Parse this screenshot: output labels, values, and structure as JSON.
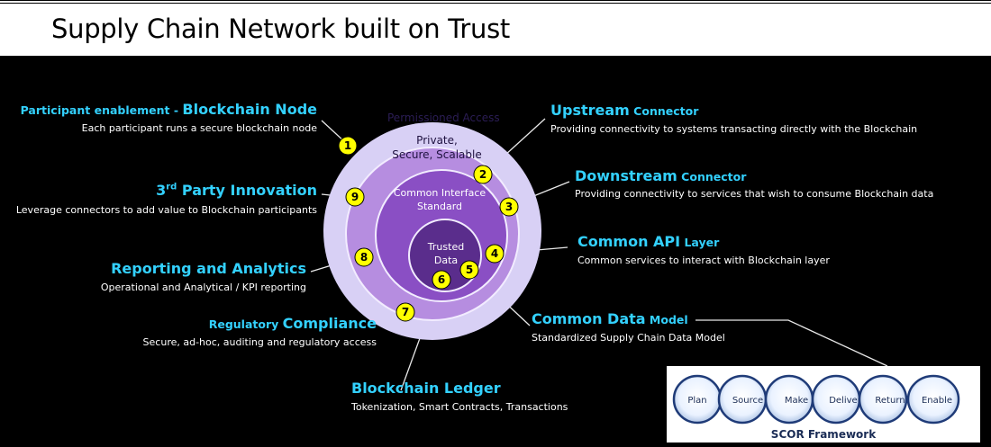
{
  "header": {
    "title": "Supply Chain Network built on Trust"
  },
  "rings": {
    "outer": "Permissioned Access",
    "second_line1": "Private,",
    "second_line2": "Secure, Scalable",
    "third_line1": "Common Interface",
    "third_line2": "Standard",
    "core_line1": "Trusted",
    "core_line2": "Data"
  },
  "badges": [
    "1",
    "2",
    "3",
    "4",
    "5",
    "6",
    "7",
    "8",
    "9"
  ],
  "items": {
    "blockchain_node": {
      "prefix": "Participant enablement - ",
      "title": "Blockchain Node",
      "desc": "Each participant runs a secure blockchain node"
    },
    "upstream": {
      "title": "Upstream",
      "suffix": " Connector",
      "desc": "Providing connectivity to systems transacting directly with the Blockchain"
    },
    "downstream": {
      "title": "Downstream",
      "suffix": " Connector",
      "desc": "Providing connectivity to services that wish to consume Blockchain data"
    },
    "third_party": {
      "title_pre": "3",
      "title_sup": "rd",
      "title_post": " Party Innovation",
      "desc": "Leverage connectors to add value to Blockchain participants"
    },
    "common_api": {
      "title": "Common API",
      "suffix": " Layer",
      "desc": "Common services to interact with Blockchain layer"
    },
    "reporting": {
      "title": "Reporting and Analytics",
      "desc": "Operational and Analytical / KPI reporting"
    },
    "common_data": {
      "title": "Common Data",
      "suffix": " Model",
      "desc": "Standardized Supply Chain Data Model"
    },
    "regulatory": {
      "prefix": "Regulatory ",
      "title": "Compliance",
      "desc": "Secure, ad-hoc, auditing and regulatory access"
    },
    "ledger": {
      "title": "Blockchain Ledger",
      "desc": "Tokenization, Smart Contracts, Transactions"
    }
  },
  "scor": {
    "steps": [
      "Plan",
      "Source",
      "Make",
      "Deliver",
      "Return",
      "Enable"
    ],
    "caption": "SCOR Framework"
  },
  "colors": {
    "accent": "#33d1ff",
    "badge": "#ffff00",
    "ring_outer": "#d8d0f5",
    "ring_core": "#5a2d8c"
  }
}
